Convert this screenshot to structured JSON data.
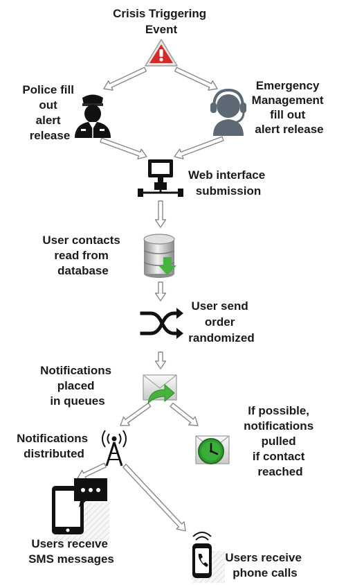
{
  "nodes": {
    "crisis_event": [
      "Crisis Triggering",
      "Event"
    ],
    "police": [
      "Police fill",
      "out",
      "alert",
      "release"
    ],
    "emergency_mgmt": [
      "Emergency",
      "Management",
      "fill out",
      "alert release"
    ],
    "web_submission": [
      "Web interface",
      "submission"
    ],
    "user_contacts": [
      "User contacts",
      "read from",
      "database"
    ],
    "user_order": [
      "User send",
      "order",
      "randomized"
    ],
    "queues": [
      "Notifications",
      "placed",
      "in queues"
    ],
    "pulled": [
      "If possible,",
      "notifications",
      "pulled",
      "if contact",
      "reached"
    ],
    "distributed": [
      "Notifications",
      "distributed"
    ],
    "sms": [
      "Users receive",
      "SMS messages"
    ],
    "calls": [
      "Users receive",
      "phone calls"
    ]
  },
  "icons": {
    "crisis_event": "warning-icon",
    "police": "police-officer-icon",
    "emergency_mgmt": "headset-operator-icon",
    "web_submission": "network-computer-icon",
    "user_contacts": "database-icon",
    "user_order": "shuffle-icon",
    "queues": "mail-forward-icon",
    "pulled": "mail-clock-icon",
    "distributed": "antenna-tower-icon",
    "sms": "tablet-sms-icon",
    "calls": "phone-call-icon"
  },
  "colors": {
    "warning_red": "#d42a2a",
    "arrow_green": "#47b23d",
    "clock_green": "#2e9a2e",
    "icon_dark": "#111111",
    "headset_gray": "#5c6874"
  }
}
